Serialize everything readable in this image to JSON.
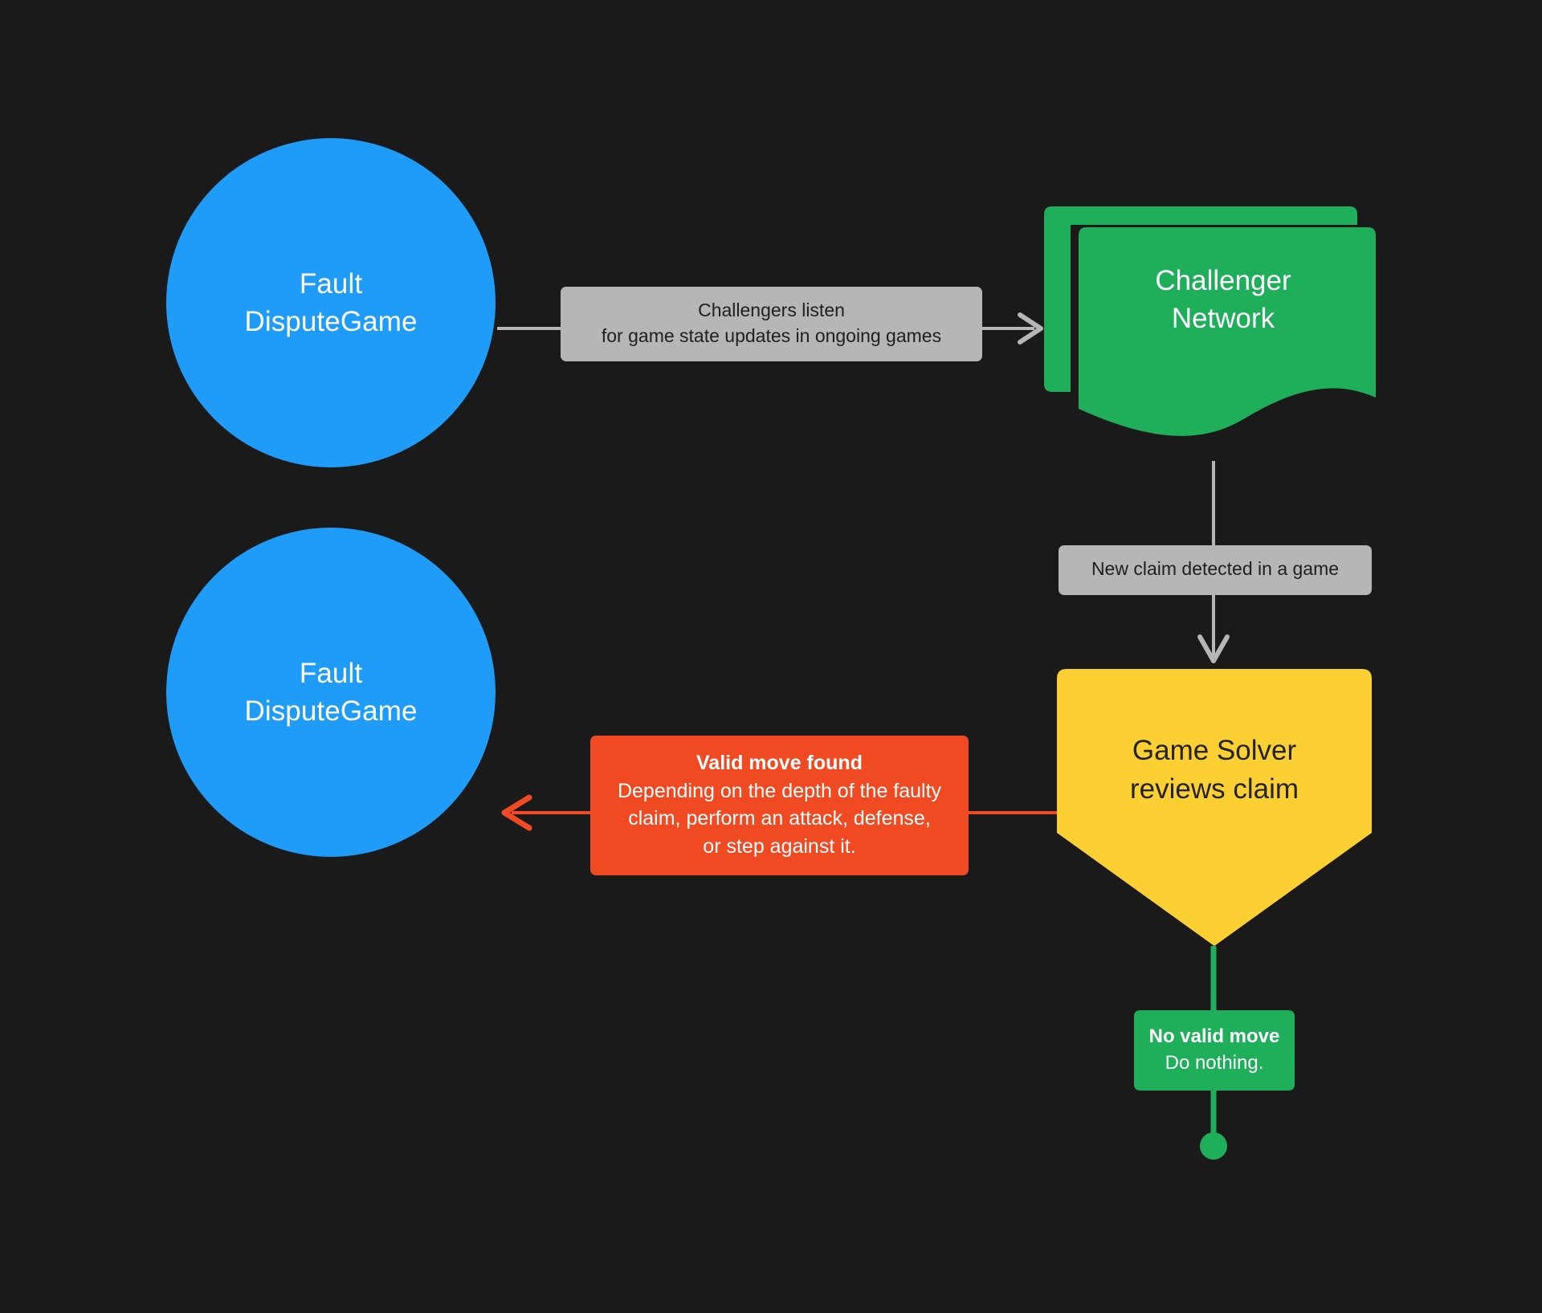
{
  "diagram": {
    "title": "Fault Dispute Game challenger flow",
    "background_color": "#1a1a1a",
    "nodes": [
      {
        "id": "fault-dispute-game-top",
        "shape": "circle",
        "color": "#1f9cf7",
        "text_color": "#ffffff",
        "line1": "Fault",
        "line2": "DisputeGame"
      },
      {
        "id": "challenger-network",
        "shape": "multi-document",
        "color": "#1fae5a",
        "text_color": "#ffffff",
        "line1": "Challenger",
        "line2": "Network"
      },
      {
        "id": "game-solver",
        "shape": "pentagon",
        "color": "#fcd032",
        "text_color": "#242424",
        "line1": "Game Solver",
        "line2": "reviews claim"
      },
      {
        "id": "fault-dispute-game-bottom",
        "shape": "circle",
        "color": "#1f9cf7",
        "text_color": "#ffffff",
        "line1": "Fault",
        "line2": "DisputeGame"
      }
    ],
    "edges": [
      {
        "id": "listen",
        "from": "fault-dispute-game-top",
        "to": "challenger-network",
        "color": "#b6b6b6",
        "label_bg": "#b6b6b6",
        "label_text_color": "#1f1f1f",
        "line1": "Challengers listen",
        "line2": "for game state updates in ongoing games"
      },
      {
        "id": "new-claim",
        "from": "challenger-network",
        "to": "game-solver",
        "color": "#b6b6b6",
        "label_bg": "#b6b6b6",
        "label_text_color": "#1f1f1f",
        "line1": "New claim detected in a game"
      },
      {
        "id": "valid-move",
        "from": "game-solver",
        "to": "fault-dispute-game-bottom",
        "color": "#f04a23",
        "label_bg": "#f04a23",
        "label_text_color": "#ffffff",
        "title": "Valid move found",
        "line1": "Depending on the depth of the faulty",
        "line2": "claim, perform an attack, defense,",
        "line3": "or step against it."
      },
      {
        "id": "no-valid-move",
        "from": "game-solver",
        "to": "terminus",
        "color": "#1fae5a",
        "label_bg": "#1fae5a",
        "label_text_color": "#ffffff",
        "title": "No valid move",
        "line1": "Do nothing."
      }
    ],
    "terminus": {
      "id": "end-dot",
      "color": "#1fae5a"
    }
  }
}
